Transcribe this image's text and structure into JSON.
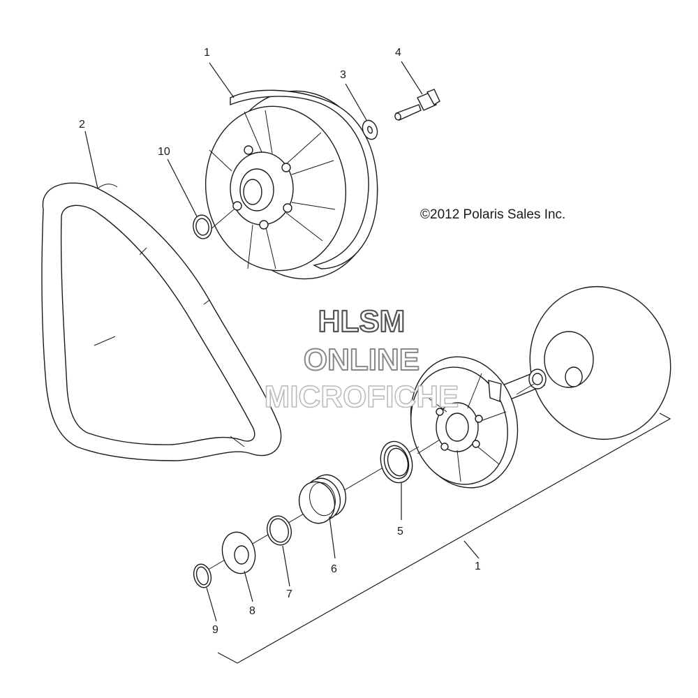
{
  "copyright": "©2012 Polaris Sales Inc.",
  "watermark": {
    "line1": "HLSM",
    "line2": "ONLINE",
    "line3": "MICROFICHE"
  },
  "callouts": {
    "c1_top": "1",
    "c2": "2",
    "c3": "3",
    "c4": "4",
    "c10": "10",
    "c5": "5",
    "c6": "6",
    "c7": "7",
    "c8": "8",
    "c9": "9",
    "c1_bottom": "1"
  },
  "colors": {
    "line": "#1a1a1a",
    "background": "#ffffff",
    "watermark_dark": "#555555",
    "watermark_light": "#bbbbbb"
  }
}
